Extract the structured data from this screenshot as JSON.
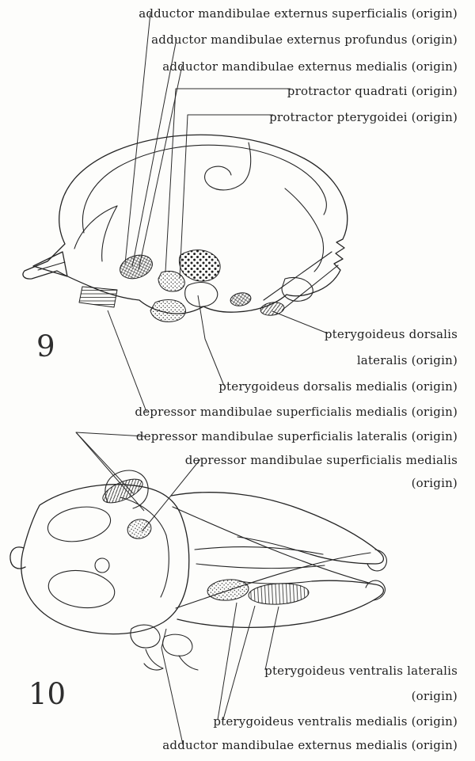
{
  "plate": {
    "ink_color": "#222222",
    "background": "#fdfdfb",
    "figure9": {
      "number": "9",
      "view": "skull lateral view line drawing"
    },
    "figure10": {
      "number": "10",
      "view": "skull ventral view line drawing"
    },
    "labels": [
      {
        "id": "fig9-adductor-superficialis",
        "text": "adductor mandibulae externus superficialis (origin)"
      },
      {
        "id": "fig9-adductor-profundus",
        "text": "adductor mandibulae externus profundus (origin)"
      },
      {
        "id": "fig9-adductor-medialis",
        "text": "adductor mandibulae externus medialis (origin)"
      },
      {
        "id": "fig9-protractor-quadrati",
        "text": "protractor quadrati (origin)"
      },
      {
        "id": "fig9-protractor-pterygoidei",
        "text": "protractor pterygoidei (origin)"
      },
      {
        "id": "fig9-pterygoideus-dorsalis-lateralis-line1",
        "text": "pterygoideus dorsalis"
      },
      {
        "id": "fig9-pterygoideus-dorsalis-lateralis-line2",
        "text": "lateralis (origin)"
      },
      {
        "id": "fig9-pterygoideus-dorsalis-medialis",
        "text": "pterygoideus dorsalis medialis (origin)"
      },
      {
        "id": "fig9-depressor-medialis",
        "text": "depressor mandibulae superficialis medialis (origin)"
      },
      {
        "id": "fig9-depressor-lateralis",
        "text": "depressor mandibulae superficialis lateralis (origin)"
      },
      {
        "id": "fig10-depressor-medialis-line1",
        "text": "depressor mandibulae superficialis medialis"
      },
      {
        "id": "fig10-depressor-medialis-line2",
        "text": "(origin)"
      },
      {
        "id": "fig10-pterygoideus-ventralis-lateralis-line1",
        "text": "pterygoideus ventralis lateralis"
      },
      {
        "id": "fig10-pterygoideus-ventralis-lateralis-line2",
        "text": "(origin)"
      },
      {
        "id": "fig10-pterygoideus-ventralis-medialis",
        "text": "pterygoideus ventralis medialis (origin)"
      },
      {
        "id": "fig10-adductor-medialis",
        "text": "adductor mandibulae externus medialis (origin)"
      }
    ]
  }
}
